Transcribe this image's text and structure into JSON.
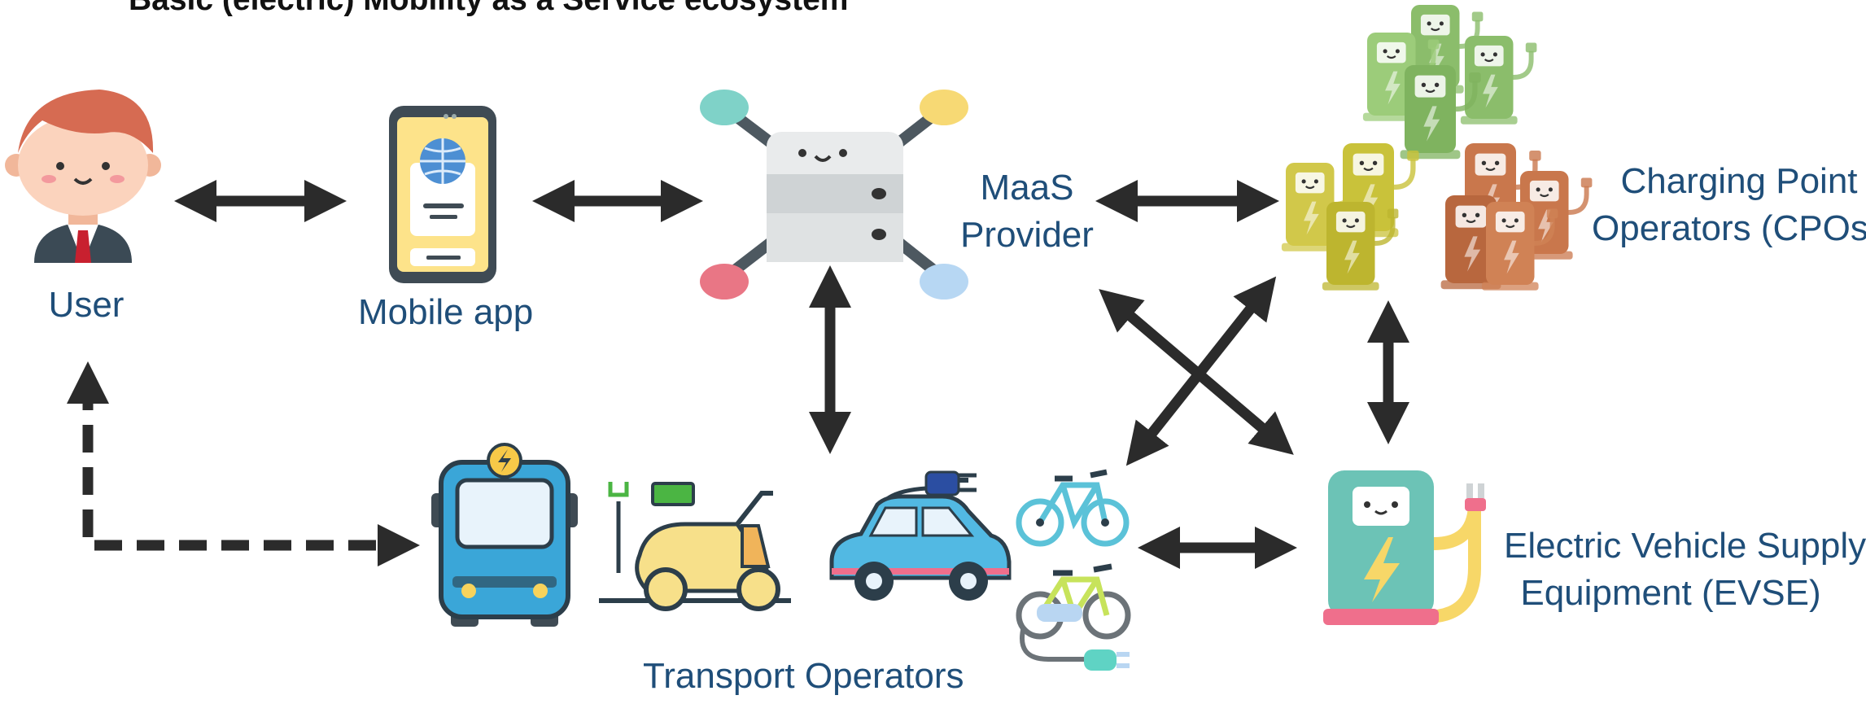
{
  "title": "Basic (electric) Mobility as a Service ecosystem",
  "nodes": {
    "user": {
      "label": "User",
      "icon": "person-icon"
    },
    "mobile_app": {
      "label": "Mobile app",
      "icon": "smartphone-icon"
    },
    "maas_provider": {
      "label_line1": "MaaS",
      "label_line2": "Provider",
      "icon": "server-hub-icon"
    },
    "cpo": {
      "label_line1": "Charging Point",
      "label_line2": "Operators (CPOs)",
      "icon": "charging-stations-icon"
    },
    "transport_operators": {
      "label": "Transport Operators",
      "icons": [
        "electric-bus-icon",
        "electric-scooter-icon",
        "electric-car-icon",
        "bicycle-icon",
        "e-bike-icon"
      ]
    },
    "evse": {
      "label_line1": "Electric Vehicle Supply",
      "label_line2": "Equipment (EVSE)",
      "icon": "ev-charger-icon"
    }
  },
  "connections": [
    {
      "from": "User",
      "to": "Mobile app",
      "style": "solid",
      "direction": "both"
    },
    {
      "from": "Mobile app",
      "to": "MaaS Provider",
      "style": "solid",
      "direction": "both"
    },
    {
      "from": "MaaS Provider",
      "to": "Charging Point Operators (CPOs)",
      "style": "solid",
      "direction": "both"
    },
    {
      "from": "MaaS Provider",
      "to": "Transport Operators",
      "style": "solid",
      "direction": "both"
    },
    {
      "from": "MaaS Provider",
      "to": "Electric Vehicle Supply Equipment (EVSE)",
      "style": "solid",
      "direction": "both"
    },
    {
      "from": "Charging Point Operators (CPOs)",
      "to": "Transport Operators",
      "style": "solid",
      "direction": "both"
    },
    {
      "from": "Charging Point Operators (CPOs)",
      "to": "Electric Vehicle Supply Equipment (EVSE)",
      "style": "solid",
      "direction": "both"
    },
    {
      "from": "Transport Operators",
      "to": "Electric Vehicle Supply Equipment (EVSE)",
      "style": "solid",
      "direction": "both"
    },
    {
      "from": "Transport Operators",
      "to": "User",
      "style": "dashed",
      "direction": "both"
    }
  ],
  "colors": {
    "label_text": "#1f4e79",
    "arrow": "#2b2b2b",
    "cpo_green": "#8bbd6b",
    "cpo_olive": "#c9c23a",
    "cpo_copper": "#c9774c",
    "evse_teal": "#6cc3b6"
  }
}
